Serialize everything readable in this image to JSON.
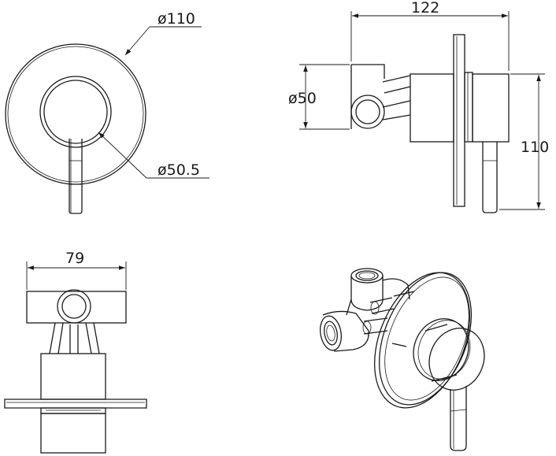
{
  "dimensions": {
    "front_outer_diameter": "ø110",
    "front_inner_diameter": "ø50.5",
    "side_width": "122",
    "side_body_diameter": "ø50",
    "side_height": "110",
    "top_width": "79"
  }
}
